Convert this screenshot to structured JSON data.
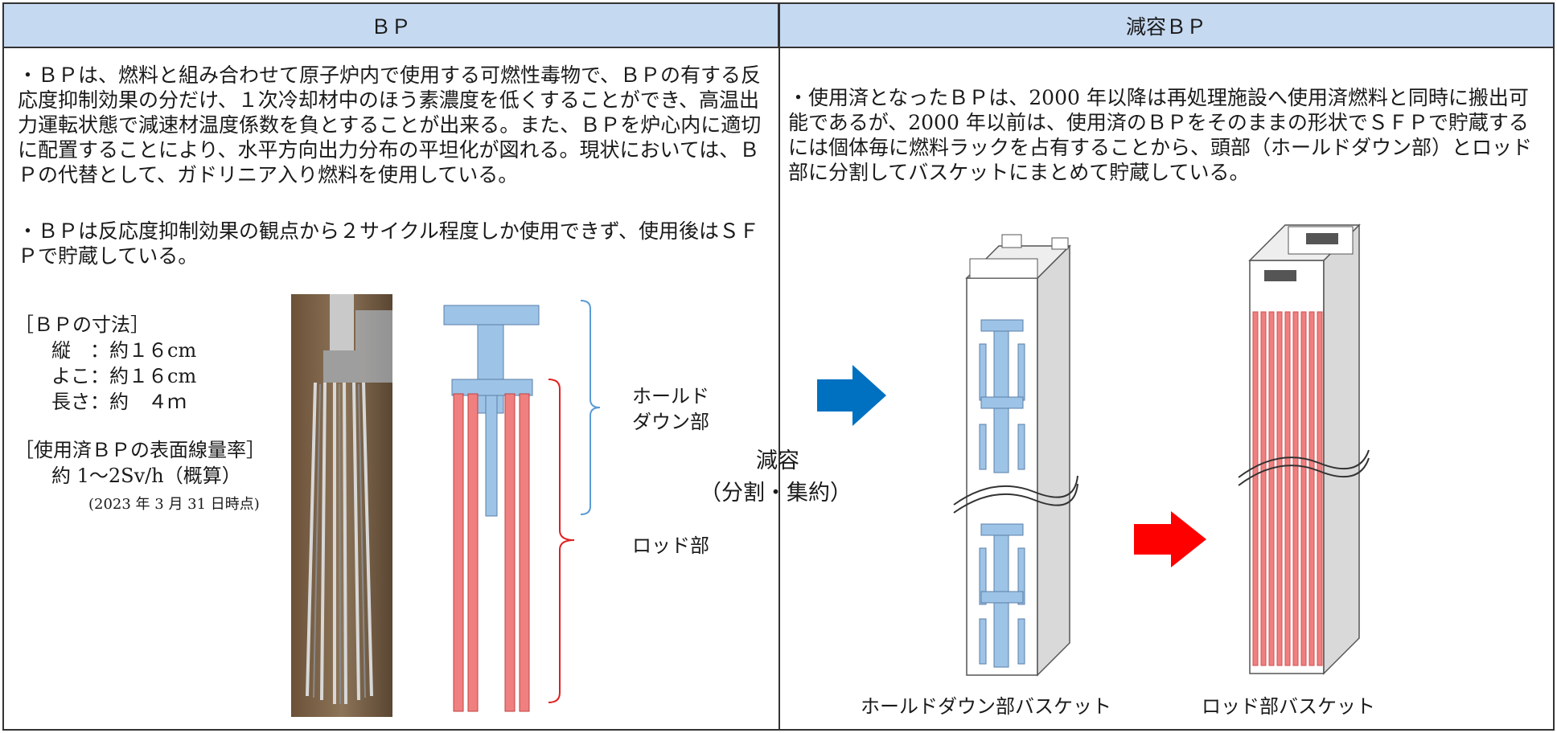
{
  "left": {
    "header": "ＢＰ",
    "para1": "・ＢＰは、燃料と組み合わせて原子炉内で使用する可燃性毒物で、ＢＰの有する反応度抑制効果の分だけ、１次冷却材中のほう素濃度を低くすることができ、高温出力運転状態で減速材温度係数を負とすることが出来る。また、ＢＰを炉心内に適切に配置することにより、水平方向出力分布の平坦化が図れる。現状においては、ＢＰの代替として、ガドリニア入り燃料を使用している。",
    "para2": "・ＢＰは反応度抑制効果の観点から２サイクル程度しか使用できず、使用後はＳＦＰで貯蔵している。",
    "dims_title": "［ＢＰの寸法］",
    "dim_height": "縦　：約１６cm",
    "dim_width": "よこ：約１６cm",
    "dim_length": "長さ：約　４ｍ",
    "dose_title": "［使用済ＢＰの表面線量率］",
    "dose_value": "約 1～2Sv/h（概算）",
    "dose_date": "(2023 年 3 月 31 日時点)",
    "holddown_label_1": "ホールド",
    "holddown_label_2": "ダウン部",
    "rod_label": "ロッド部"
  },
  "center": {
    "volume_reduction": "減容",
    "process": "（分割・集約）"
  },
  "right": {
    "header": "減容ＢＰ",
    "para1": "・使用済となったＢＰは、2000 年以降は再処理施設へ使用済燃料と同時に搬出可能であるが、2000 年以前は、使用済のＢＰをそのままの形状でＳＦＰで貯蔵するには個体毎に燃料ラックを占有することから、頭部（ホールドダウン部）とロッド部に分割してバスケットにまとめて貯蔵している。",
    "basket_holddown_caption": "ホールドダウン部バスケット",
    "basket_rod_caption": "ロッド部バスケット"
  },
  "colors": {
    "header_bg": "#c5d9f1",
    "blue_arrow": "#0070c0",
    "red_arrow": "#ff0000",
    "holddown_blue": "#9dc3e6",
    "rod_red": "#f08080"
  }
}
